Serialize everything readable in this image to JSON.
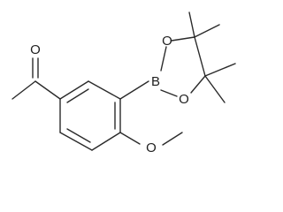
{
  "molecule": {
    "atoms": {
      "carbonyl_oxygen": "O",
      "boron": "B",
      "ring_oxygen_top": "O",
      "ring_oxygen_bottom": "O",
      "methoxy_oxygen": "O"
    }
  },
  "colors": {
    "bond": "#2a2a2a",
    "label": "#1f1f1f",
    "background": "#ffffff"
  }
}
